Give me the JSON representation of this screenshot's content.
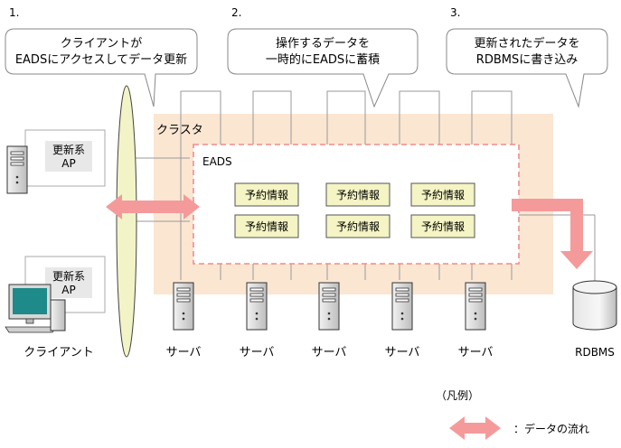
{
  "steps": [
    {
      "number": "1.",
      "bubble_lines": [
        "クライアントが",
        "EADSにアクセスしてデータ更新"
      ]
    },
    {
      "number": "2.",
      "bubble_lines": [
        "操作するデータを",
        "一時的にEADSに蓄積"
      ]
    },
    {
      "number": "3.",
      "bubble_lines": [
        "更新されたデータを",
        "RDBMSに書き込み"
      ]
    }
  ],
  "cluster": {
    "label": "クラスタ"
  },
  "eads": {
    "label": "EADS",
    "cells": [
      "予約情報",
      "予約情報",
      "予約情報",
      "予約情報",
      "予約情報",
      "予約情報"
    ]
  },
  "clients": {
    "app_lines": [
      "更新系",
      "AP"
    ],
    "label": "クライアント"
  },
  "servers": [
    "サーバ",
    "サーバ",
    "サーバ",
    "サーバ",
    "サーバ"
  ],
  "rdbms": {
    "label": "RDBMS"
  },
  "legend": {
    "title": "（凡例）",
    "item": "：データの流れ"
  },
  "colors": {
    "cluster_fill": "#fbe6d2",
    "arrow": "#f59a9a",
    "dash": "#f08c8c",
    "cell_fill": "#f4f4c4",
    "network": "#f3f3c8"
  }
}
